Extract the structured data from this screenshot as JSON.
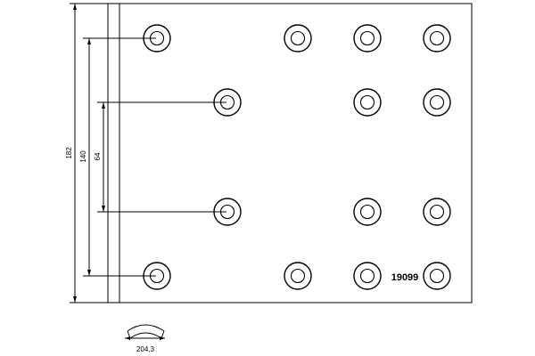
{
  "drawing": {
    "part_number": "19099",
    "colors": {
      "line": "#000000",
      "background": "#ffffff"
    },
    "dimensions": {
      "overall_height": "182",
      "outer_hole_spacing": "140",
      "inner_hole_spacing": "64",
      "arc_length": "204,3"
    },
    "holes": [
      {
        "row": "top"
      },
      {
        "row": "top"
      },
      {
        "row": "top"
      },
      {
        "row": "top"
      },
      {
        "row": "upper"
      },
      {
        "row": "upper"
      },
      {
        "row": "upper"
      },
      {
        "row": "lower"
      },
      {
        "row": "lower"
      },
      {
        "row": "lower"
      },
      {
        "row": "bottom"
      },
      {
        "row": "bottom"
      },
      {
        "row": "bottom"
      },
      {
        "row": "bottom"
      }
    ]
  }
}
